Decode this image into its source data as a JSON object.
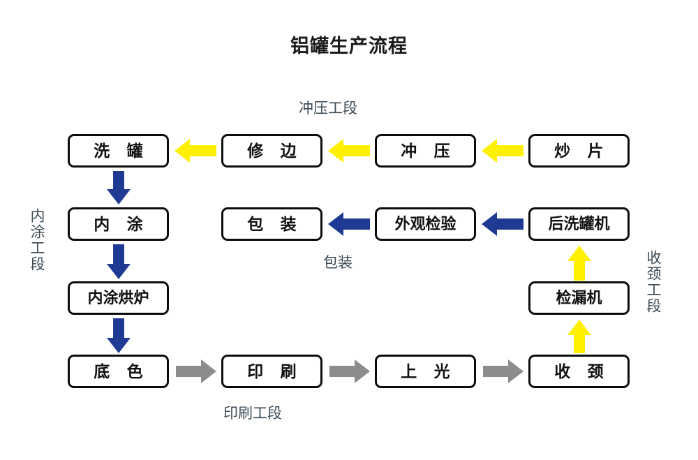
{
  "diagram": {
    "title": "铝罐生产流程",
    "colors": {
      "arrow_yellow": "#FFF000",
      "arrow_blue": "#1F3A93",
      "arrow_gray": "#8C8C8C",
      "box_border": "#0D0D0D",
      "box_text": "#111111",
      "section_label": "#3B4A54",
      "background": "#FFFFFF"
    },
    "boxes": [
      {
        "id": "xiguan",
        "label": "洗 罐",
        "row": 1,
        "col": 1
      },
      {
        "id": "xiubian",
        "label": "修 边",
        "row": 1,
        "col": 2
      },
      {
        "id": "chongya",
        "label": "冲 压",
        "row": 1,
        "col": 3
      },
      {
        "id": "chaopian",
        "label": "炒 片",
        "row": 1,
        "col": 4
      },
      {
        "id": "neitu",
        "label": "内 涂",
        "row": 2,
        "col": 1
      },
      {
        "id": "baozhuang",
        "label": "包 装",
        "row": 2,
        "col": 2
      },
      {
        "id": "waiguanjianyan",
        "label": "外观检验",
        "row": 2,
        "col": 3
      },
      {
        "id": "houxiguanji",
        "label": "后洗罐机",
        "row": 2,
        "col": 4
      },
      {
        "id": "neituhonglu",
        "label": "内涂烘炉",
        "row": 3,
        "col": 1
      },
      {
        "id": "jianlouji",
        "label": "检漏机",
        "row": 3,
        "col": 4
      },
      {
        "id": "dise",
        "label": "底 色",
        "row": 4,
        "col": 1
      },
      {
        "id": "yinshua",
        "label": "印 刷",
        "row": 4,
        "col": 2
      },
      {
        "id": "shangguang",
        "label": "上 光",
        "row": 4,
        "col": 3
      },
      {
        "id": "shoujing",
        "label": "收 颈",
        "row": 4,
        "col": 4
      }
    ],
    "section_labels": [
      {
        "id": "chongya-gongduan",
        "text": "冲压工段",
        "orientation": "horizontal"
      },
      {
        "id": "baozhuang-label",
        "text": "包装",
        "orientation": "horizontal"
      },
      {
        "id": "yinshua-gongduan",
        "text": "印刷工段",
        "orientation": "horizontal"
      },
      {
        "id": "neitu-gongduan",
        "text": "内涂工段",
        "orientation": "vertical"
      },
      {
        "id": "shoujing-gongduan",
        "text": "收颈工段",
        "orientation": "vertical"
      }
    ],
    "flow": [
      {
        "from": "chaopian",
        "to": "chongya",
        "direction": "left",
        "color": "yellow"
      },
      {
        "from": "chongya",
        "to": "xiubian",
        "direction": "left",
        "color": "yellow"
      },
      {
        "from": "xiubian",
        "to": "xiguan",
        "direction": "left",
        "color": "yellow"
      },
      {
        "from": "xiguan",
        "to": "neitu",
        "direction": "down",
        "color": "blue"
      },
      {
        "from": "neitu",
        "to": "neituhonglu",
        "direction": "down",
        "color": "blue"
      },
      {
        "from": "neituhonglu",
        "to": "dise",
        "direction": "down",
        "color": "blue"
      },
      {
        "from": "dise",
        "to": "yinshua",
        "direction": "right",
        "color": "gray"
      },
      {
        "from": "yinshua",
        "to": "shangguang",
        "direction": "right",
        "color": "gray"
      },
      {
        "from": "shangguang",
        "to": "shoujing",
        "direction": "right",
        "color": "gray"
      },
      {
        "from": "shoujing",
        "to": "jianlouji",
        "direction": "up",
        "color": "yellow"
      },
      {
        "from": "jianlouji",
        "to": "houxiguanji",
        "direction": "up",
        "color": "yellow"
      },
      {
        "from": "houxiguanji",
        "to": "waiguanjianyan",
        "direction": "left",
        "color": "blue"
      },
      {
        "from": "waiguanjianyan",
        "to": "baozhuang",
        "direction": "left",
        "color": "blue"
      }
    ]
  }
}
